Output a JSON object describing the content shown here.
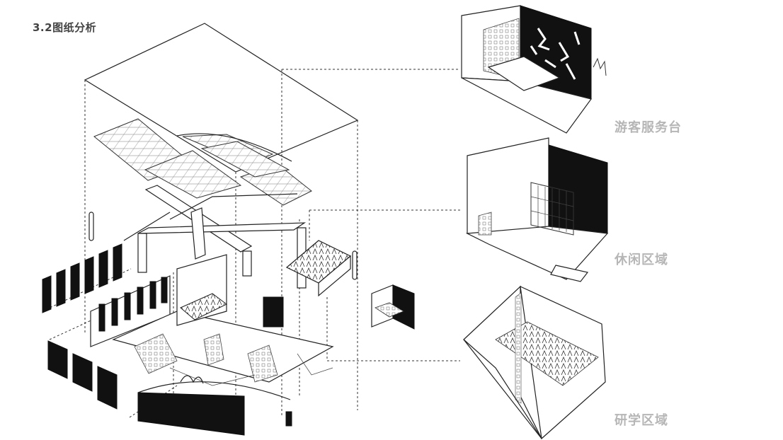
{
  "page": {
    "heading": "3.2图纸分析"
  },
  "zones": [
    {
      "id": "service",
      "label": "游客服务台"
    },
    {
      "id": "leisure",
      "label": "休闲区域"
    },
    {
      "id": "study",
      "label": "研学区域"
    }
  ]
}
